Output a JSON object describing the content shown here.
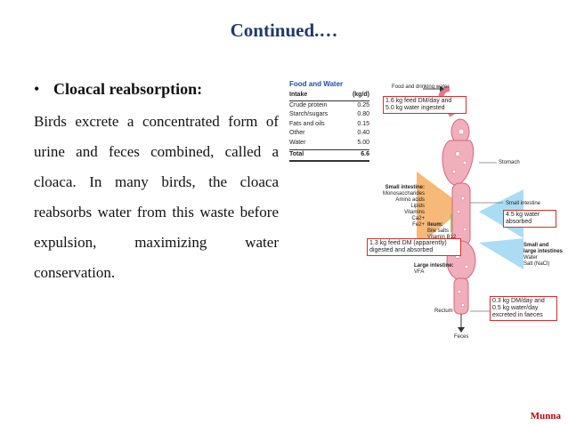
{
  "slide": {
    "title": "Continued.…",
    "bullet_symbol": "•",
    "heading": "Cloacal reabsorption:",
    "paragraph": "Birds excrete a concentrated form of urine and feces combined, called a cloaca. In many birds, the cloaca reabsorbs water from this waste before expulsion, maximizing water conservation.",
    "author": "Munna"
  },
  "food_table": {
    "title": "Food and Water",
    "col_intake": "Intake",
    "col_unit": "(kg/d)",
    "rows": [
      {
        "label": "Crude protein",
        "value": "0.25"
      },
      {
        "label": "Starch/sugars",
        "value": "0.80"
      },
      {
        "label": "Fats and oils",
        "value": "0.15"
      },
      {
        "label": "Other",
        "value": "0.40"
      },
      {
        "label": "Water",
        "value": "5.00"
      }
    ],
    "total_label": "Total",
    "total_value": "6.6"
  },
  "diagram": {
    "food_drinking": "Food and drinking water",
    "stomach": "Stomach",
    "small_intestine_right": "Small intestine",
    "small_large_line1": "Small and",
    "small_large_line2": "large intestines",
    "small_large_water": "Water",
    "small_large_salt": "Salt (NaCl)",
    "rectum": "Rectum",
    "feces": "Feces",
    "si_left_title": "Small intestine:",
    "si_left_items": [
      "Monosaccharides",
      "Amino acids",
      "Lipids",
      "Vitamins",
      "Ca2+",
      "Fe2+"
    ],
    "ileum_title": "Ileum:",
    "ileum_items": [
      "Bile salts",
      "Vitamin B12"
    ],
    "large_int_title": "Large intestine:",
    "large_int_item": "VFA",
    "box_intake_1": "1.6 kg feed DM/day and",
    "box_intake_2": "5.0 kg water ingested",
    "box_water_1": "4.5 kg water",
    "box_water_2": "absorbed",
    "box_digested_1": "1.3 kg feed DM (apparently)",
    "box_digested_2": "digested and absorbed",
    "box_excreted_1": "0.3 kg DM/day and",
    "box_excreted_2": "0.5 kg water/day",
    "box_excreted_3": "excreted in faeces"
  }
}
